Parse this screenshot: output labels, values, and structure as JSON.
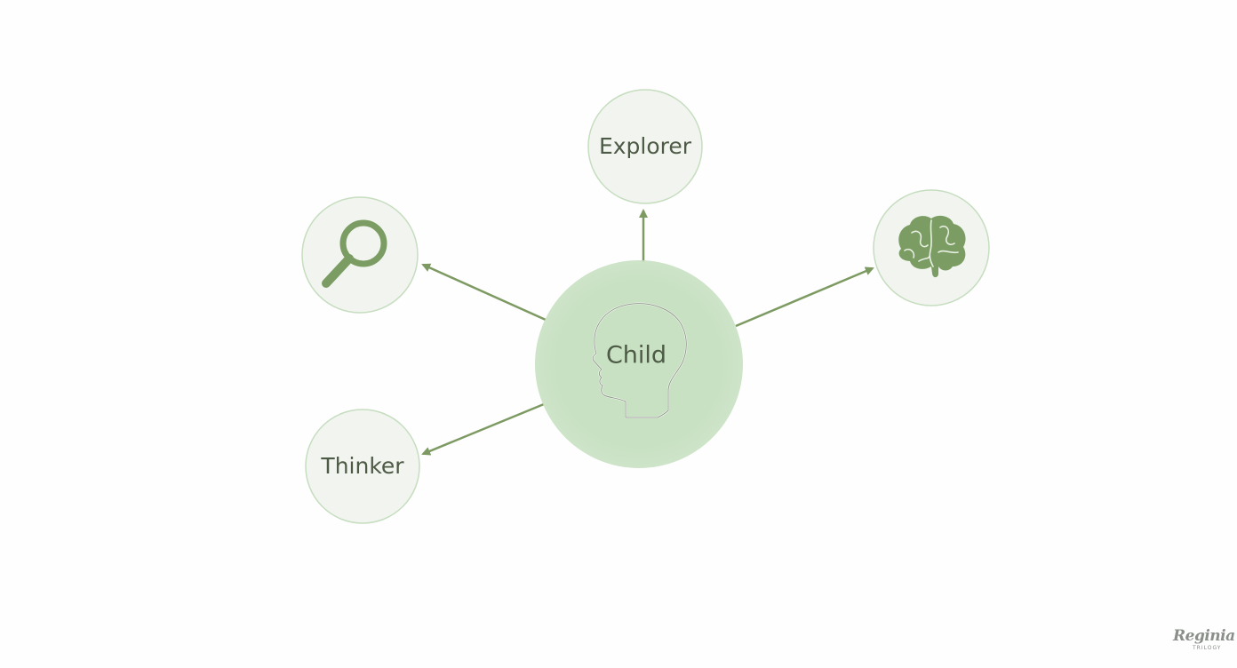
{
  "diagram": {
    "center": {
      "label": "Child",
      "icon": "child-head-profile-icon"
    },
    "nodes": [
      {
        "id": "explorer",
        "label": "Explorer"
      },
      {
        "id": "magnifier",
        "label": "",
        "icon": "magnifying-glass-icon"
      },
      {
        "id": "brain",
        "label": "",
        "icon": "brain-icon"
      },
      {
        "id": "thinker",
        "label": "Thinker"
      }
    ],
    "colors": {
      "center_fill": "#c9e1c3",
      "node_fill": "#f2f5ef",
      "node_stroke": "#c6ddc0",
      "arrow": "#7d9a62",
      "icon": "#7b9d63",
      "label": "#4d5a45"
    }
  },
  "watermark": {
    "text_main": "Reginia",
    "text_sub": "TRILOGY"
  }
}
